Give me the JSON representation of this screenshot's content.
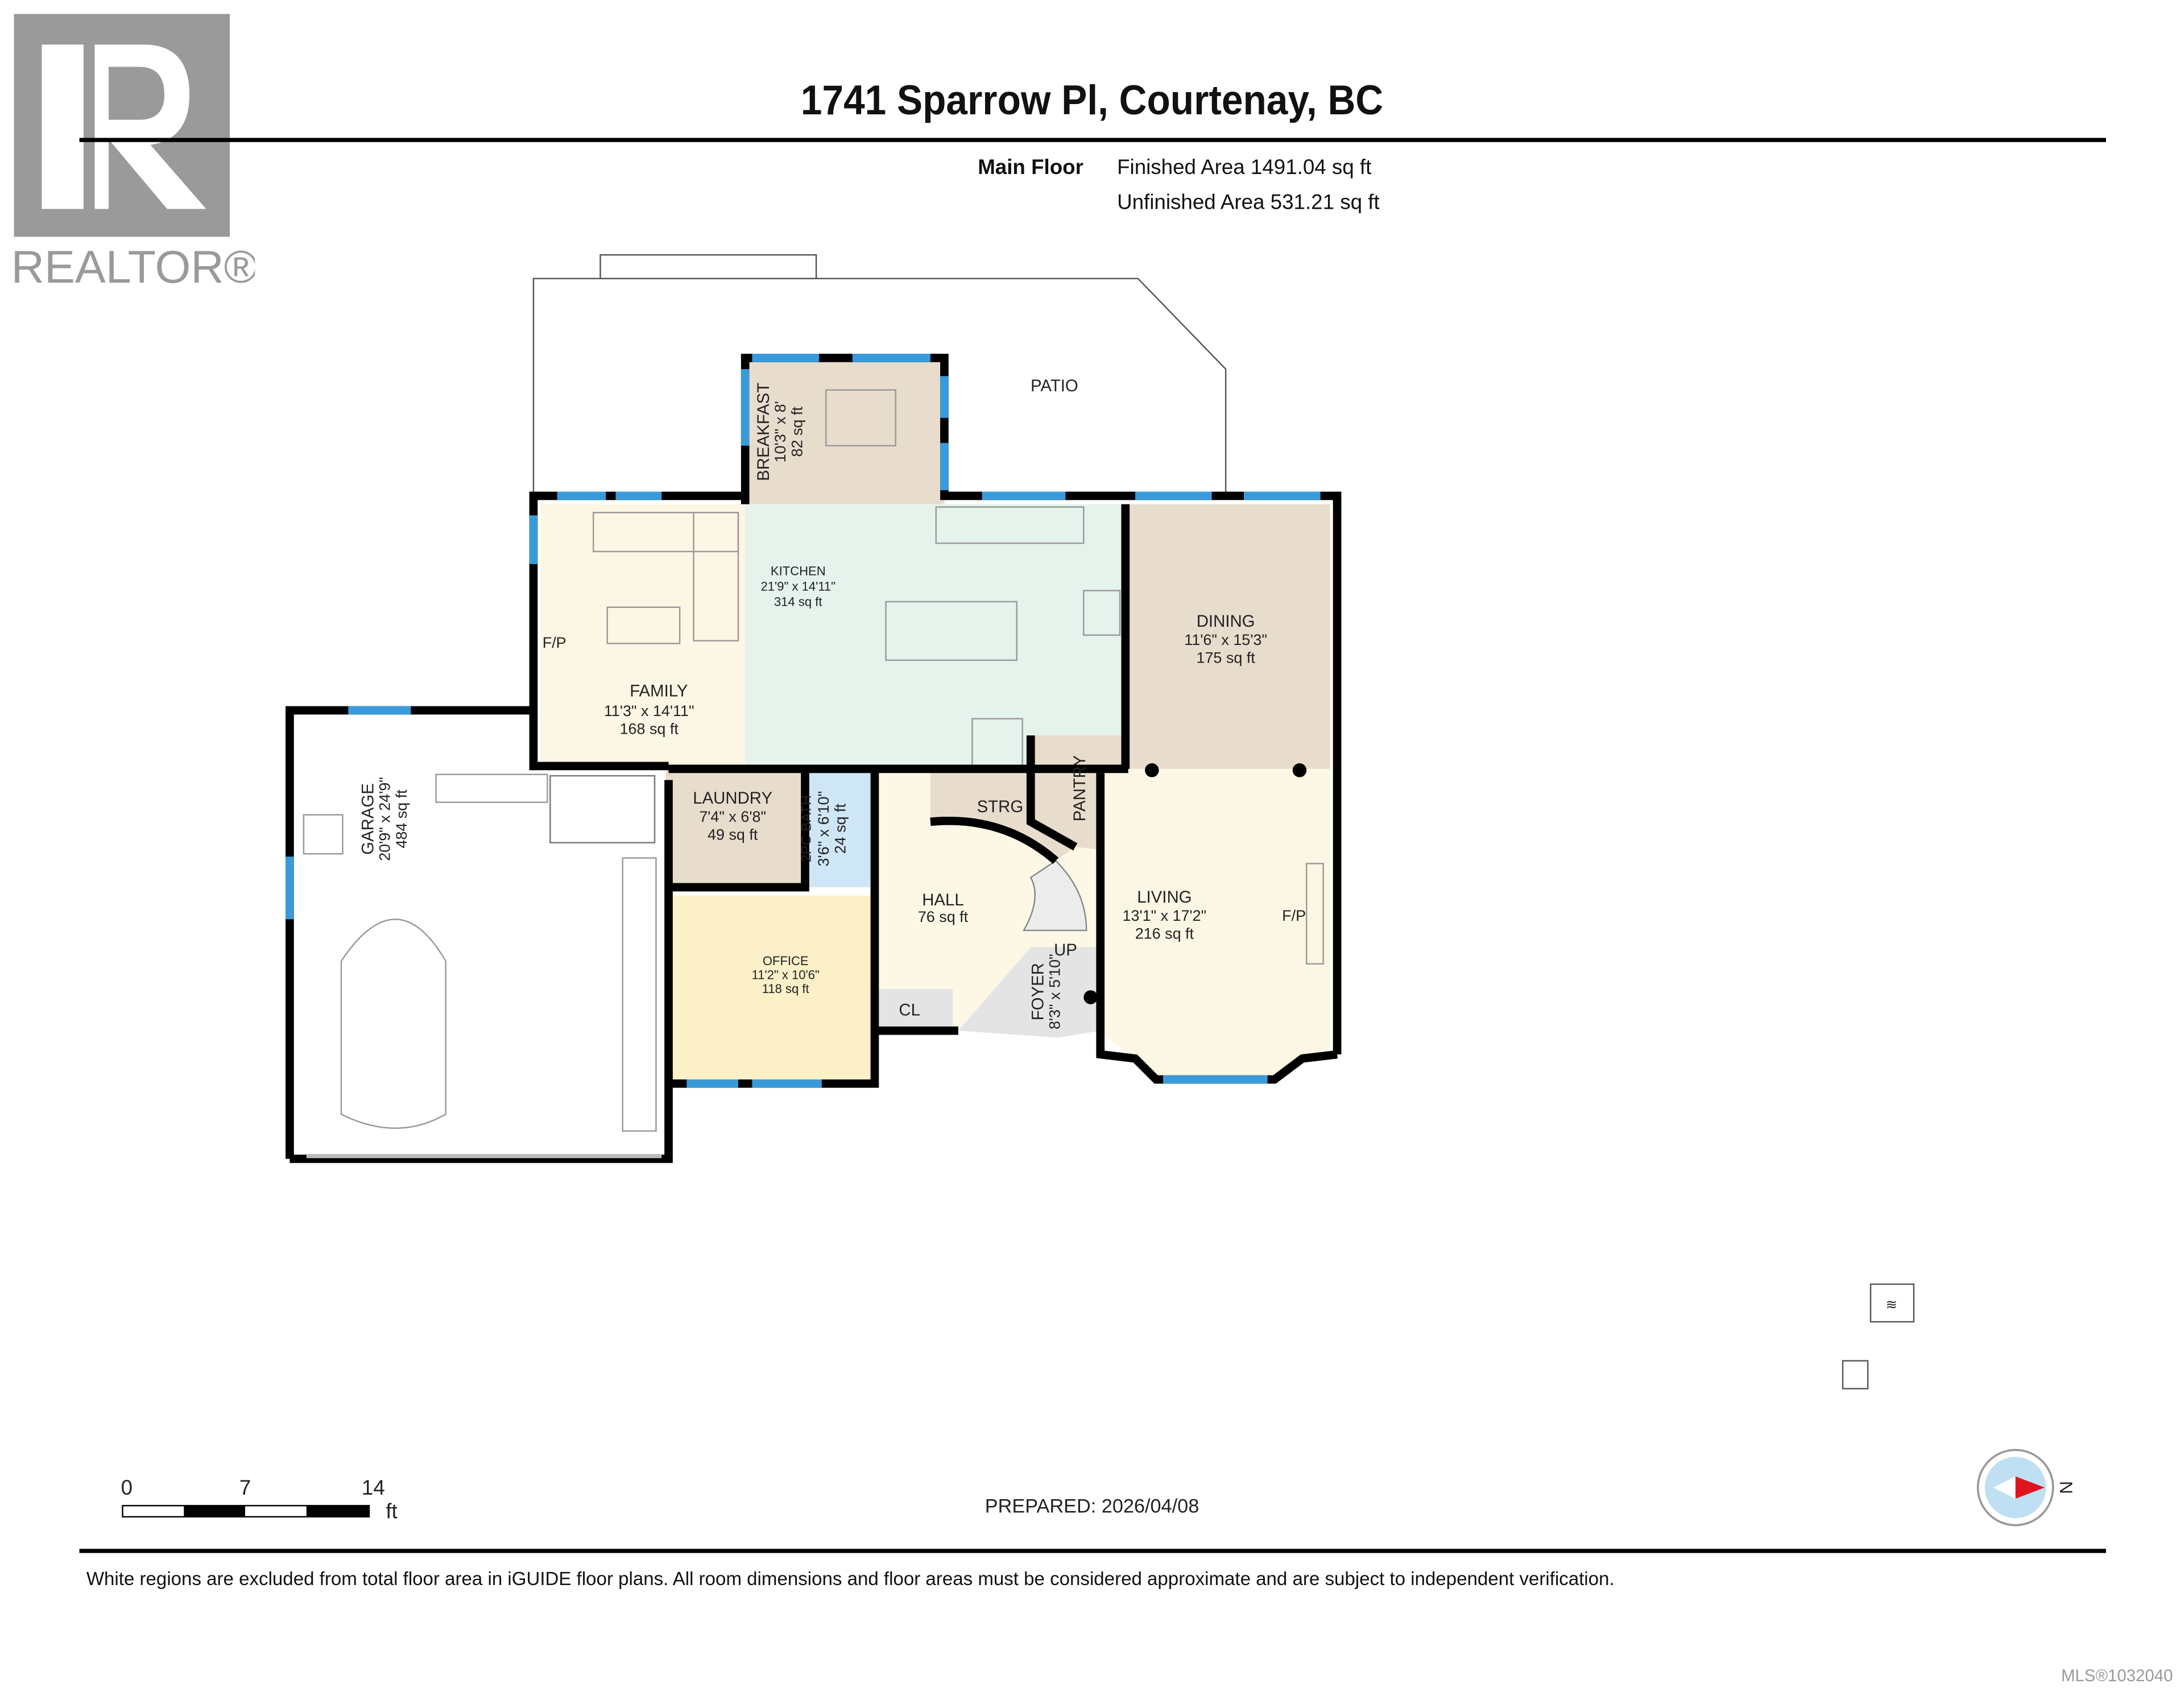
{
  "logo": {
    "text": "REALTOR®"
  },
  "header": {
    "title": "1741 Sparrow Pl, Courtenay, BC",
    "floor": "Main Floor",
    "finished": "Finished Area 1491.04 sq ft",
    "unfinished": "Unfinished Area 531.21 sq ft"
  },
  "rooms": {
    "patio": {
      "name": "PATIO"
    },
    "breakfast": {
      "name": "BREAKFAST",
      "dims": "10'3\" x 8'",
      "area": "82 sq ft"
    },
    "kitchen": {
      "name": "KITCHEN",
      "dims": "21'9\" x 14'11\"",
      "area": "314 sq ft"
    },
    "family": {
      "name": "FAMILY",
      "dims": "11'3\" x 14'11\"",
      "area": "168 sq ft",
      "fp": "F/P"
    },
    "dining": {
      "name": "DINING",
      "dims": "11'6\" x 15'3\"",
      "area": "175 sq ft"
    },
    "garage": {
      "name": "GARAGE",
      "dims": "20'9\" x 24'9\"",
      "area": "484 sq ft"
    },
    "laundry": {
      "name": "LAUNDRY",
      "dims": "7'4\" x 6'8\"",
      "area": "49 sq ft"
    },
    "bath": {
      "name": "2PC BATH",
      "dims": "3'6\" x 6'10\"",
      "area": "24 sq ft"
    },
    "strg": {
      "name": "STRG"
    },
    "pantry": {
      "name": "PANTRY"
    },
    "hall": {
      "name": "HALL",
      "area": "76 sq ft"
    },
    "office": {
      "name": "OFFICE",
      "dims": "11'2\" x 10'6\"",
      "area": "118 sq ft"
    },
    "cl": {
      "name": "CL"
    },
    "foyer": {
      "name": "FOYER",
      "dims": "8'3\" x 5'10\"",
      "up": "UP"
    },
    "living": {
      "name": "LIVING",
      "dims": "13'1\" x 17'2\"",
      "area": "216 sq ft",
      "fp": "F/P"
    }
  },
  "scale": {
    "t0": "0",
    "t1": "7",
    "t2": "14",
    "unit": "ft"
  },
  "prepared": "PREPARED: 2026/04/08",
  "compass": {
    "label": "N"
  },
  "disclaimer": "White regions are excluded from total floor area in iGUIDE floor plans. All room dimensions and floor areas must be considered approximate and are subject to independent verification.",
  "mls": "MLS®1032040",
  "colors": {
    "wall": "#000000",
    "window": "#3a9ad9",
    "beige": "#e8dccd",
    "cream": "#fcf6e4",
    "mint": "#e5f3ec",
    "bath": "#cfe6f7",
    "office": "#fcf0c8",
    "gray": "#e4e4e4",
    "logo": "#9a9a9a",
    "compass_red": "#e0141e"
  }
}
